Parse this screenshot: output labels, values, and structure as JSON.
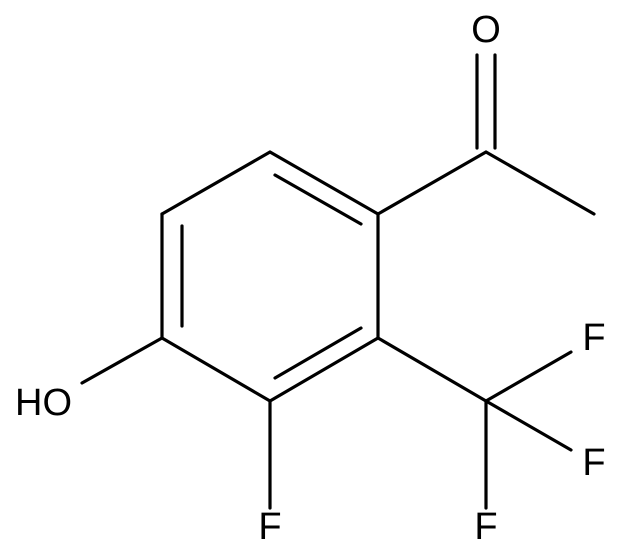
{
  "structure": {
    "atoms": {
      "oxygen_carbonyl": "O",
      "hydroxyl": "HO",
      "fluorine_ring": "F",
      "fluorine_cf3_1": "F",
      "fluorine_cf3_2": "F",
      "fluorine_cf3_3": "F"
    },
    "colors": {
      "bond": "#000000",
      "label": "#000000",
      "background": "#ffffff"
    }
  }
}
